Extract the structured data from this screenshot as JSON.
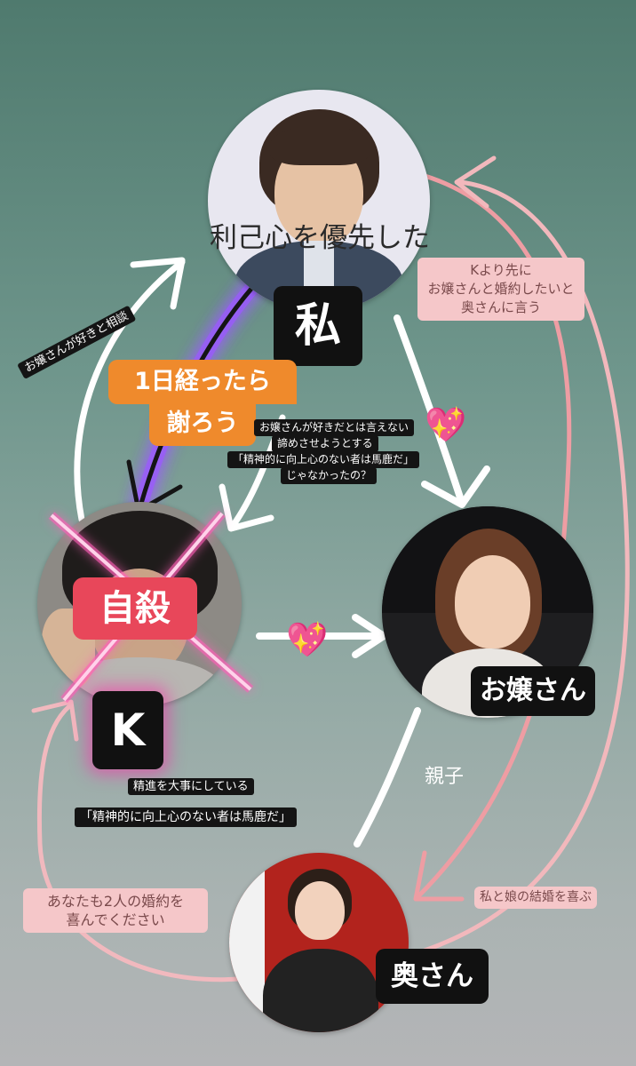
{
  "nodes": {
    "watashi": {
      "label": "私",
      "caption": "利己心を優先した"
    },
    "k": {
      "label": "K",
      "overlay": "自殺",
      "traits": [
        "精進を大事にしている",
        "「精神的に向上心のない者は馬鹿だ」"
      ]
    },
    "ojousan": {
      "label": "お嬢さん"
    },
    "okusan": {
      "label": "奥さん"
    }
  },
  "edges": {
    "k_to_watashi": "お嬢さんが好きと相談",
    "watashi_to_k_lines": [
      "お嬢さんが好きだとは言えない",
      "諦めさせようとする",
      "「精神的に向上心のない者は馬鹿だ」",
      "じゃなかったの？"
    ],
    "watashi_to_k_apology": [
      "1日経ったら",
      "謝ろう"
    ],
    "watashi_to_okusan": [
      "Kより先に",
      "お嬢さんと婚約したいと",
      "奥さんに言う"
    ],
    "okusan_to_watashi": "私と娘の結婚を喜ぶ",
    "okusan_to_k": [
      "あなたも2人の婚約を",
      "喜んでください"
    ],
    "okusan_ojousan": "親子"
  },
  "icons": [
    "sparkling-heart-icon",
    "sparkling-heart-icon"
  ],
  "colors": {
    "accent_orange": "#ef8a2c",
    "suicide_red": "#e8475a",
    "pink_arrow": "#f0a8ac",
    "glow_purple": "#8a3cff",
    "glow_magenta": "#ff2aa8"
  }
}
